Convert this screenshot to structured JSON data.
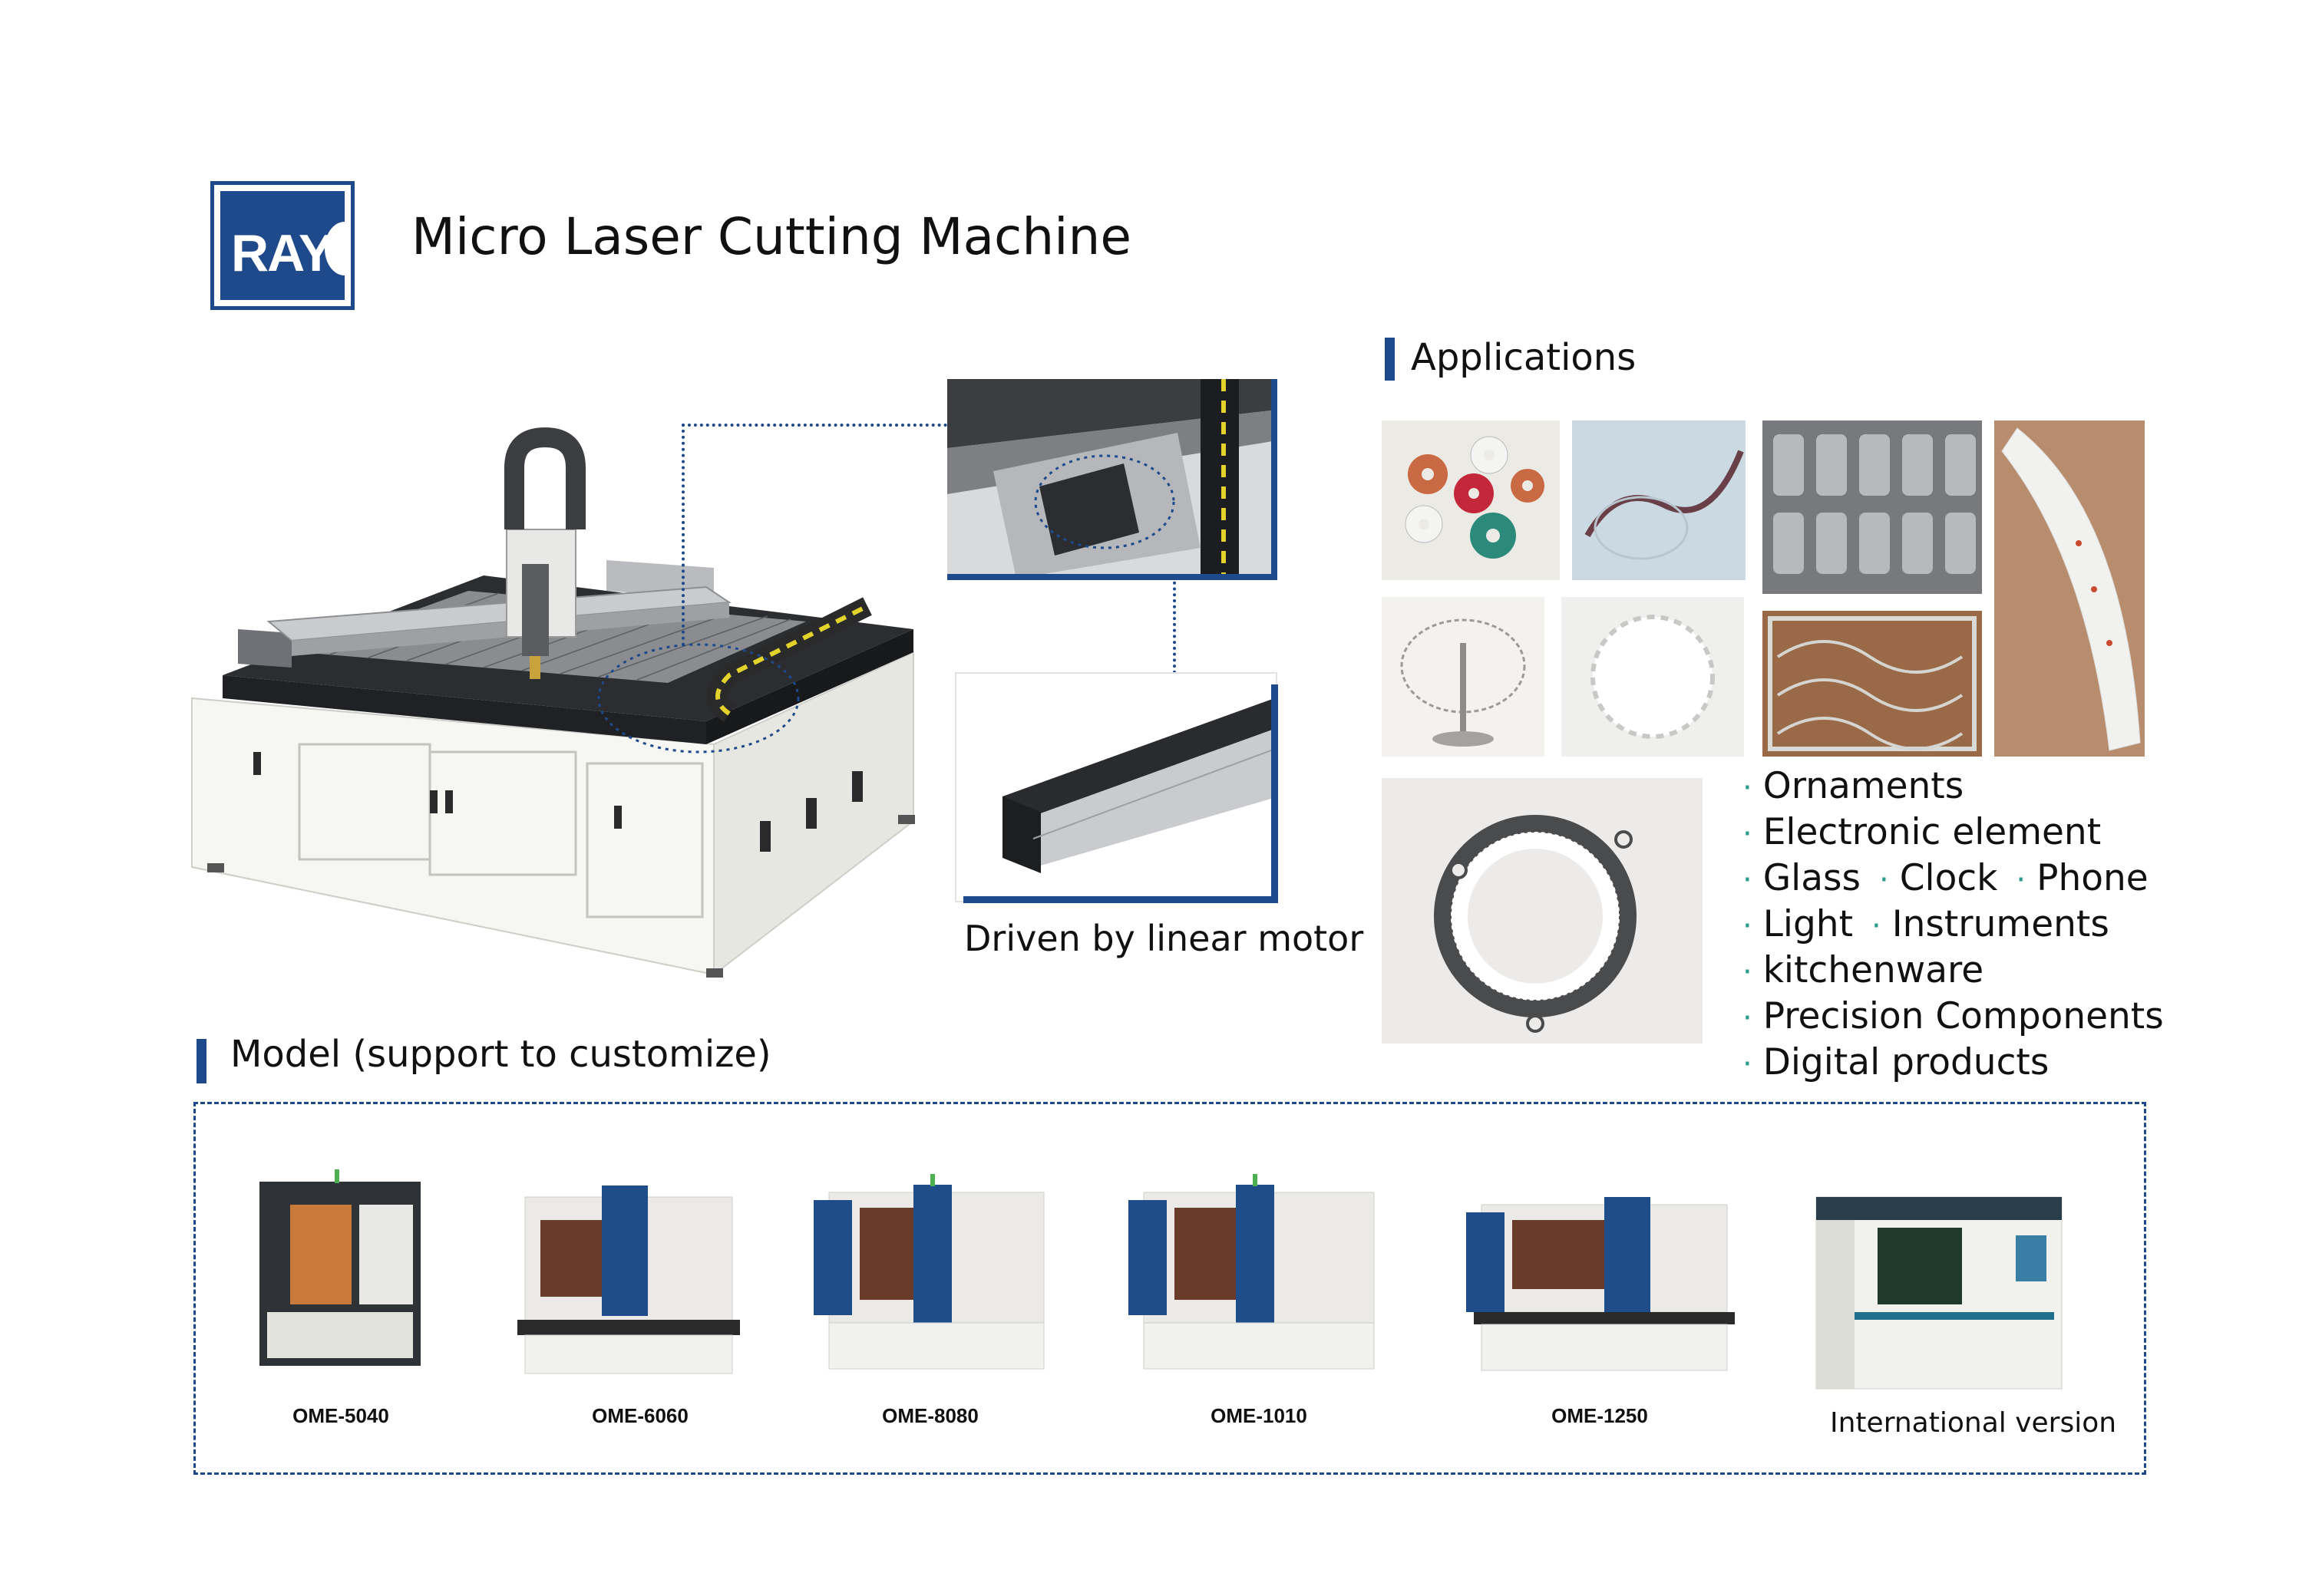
{
  "header": {
    "logo_text": "RAY",
    "title": "Micro Laser Cutting Machine"
  },
  "features": {
    "caption": "Driven by linear motor"
  },
  "applications": {
    "heading": "Applications",
    "list": [
      [
        "Ornaments"
      ],
      [
        "Electronic element"
      ],
      [
        "Glass",
        "Clock",
        "Phone"
      ],
      [
        "Light",
        "Instruments"
      ],
      [
        "kitchenware"
      ],
      [
        "Precision Components"
      ],
      [
        "Digital products"
      ]
    ]
  },
  "models": {
    "heading": "Model (support to customize)",
    "items": [
      {
        "name": "OME-5040"
      },
      {
        "name": "OME-6060"
      },
      {
        "name": "OME-8080"
      },
      {
        "name": "OME-1010"
      },
      {
        "name": "OME-1250"
      },
      {
        "name": "International version"
      }
    ]
  },
  "colors": {
    "brand_blue": "#1e4a8c",
    "bullet_teal": "#2a9d8f",
    "machine_white": "#f2f2ef",
    "machine_dark": "#2b2d30"
  }
}
